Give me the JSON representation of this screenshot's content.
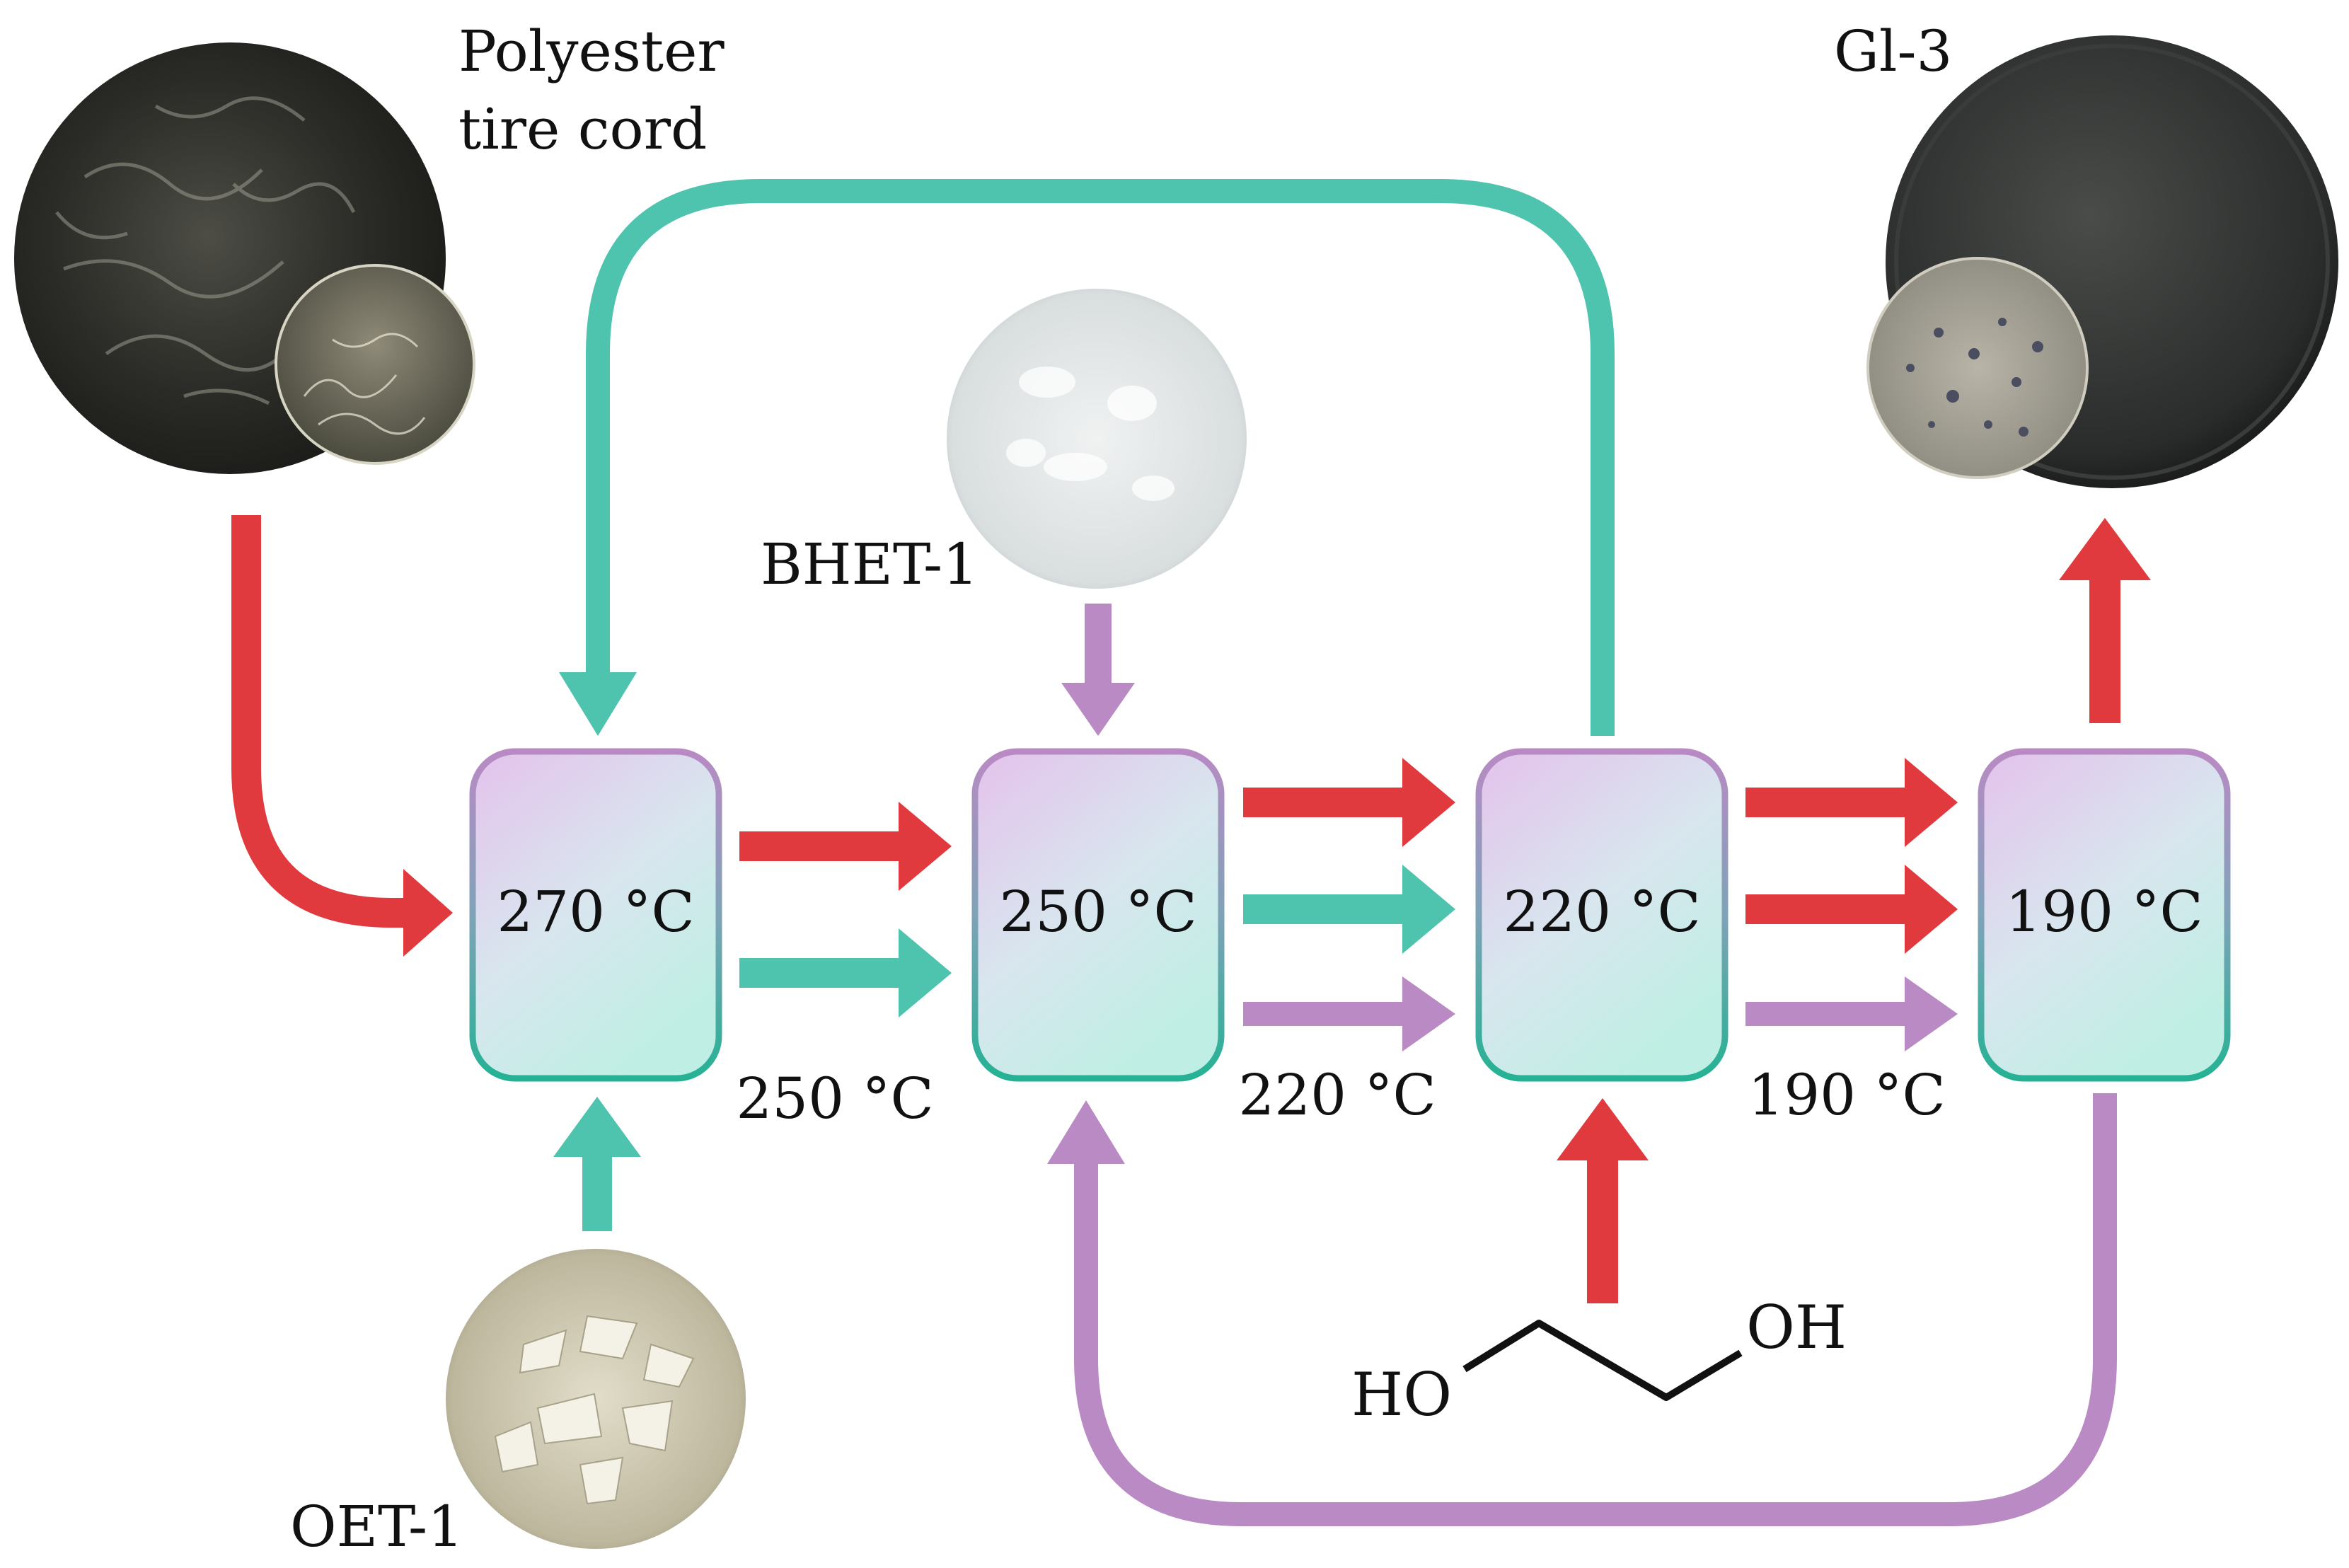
{
  "labels": {
    "polyester_line1": "Polyester",
    "polyester_line2": "tire cord",
    "gl3": "Gl-3",
    "bhet1": "BHET-1",
    "oet1": "OET-1"
  },
  "boxes": [
    {
      "temp": "270 °C"
    },
    {
      "temp": "250 °C"
    },
    {
      "temp": "220 °C"
    },
    {
      "temp": "190 °C"
    }
  ],
  "temps_below": {
    "t1": "250 °C",
    "t2": "220 °C",
    "t3": "190 °C"
  },
  "molecule": {
    "left_group": "HO",
    "right_group": "OH"
  },
  "colors": {
    "red": "#E03A3E",
    "teal": "#4EC3AE",
    "purple": "#B98AC4",
    "box_top": "#E2C4EA",
    "box_bottom": "#C6EEE6",
    "box_border_top": "#B98AC4",
    "box_border_bottom": "#2FB39A"
  },
  "photos": {
    "polyester": "dark-fibrous-photo",
    "gl3": "dark-disc-photo",
    "bhet1": "white-crystal-photo",
    "oet1": "white-flakes-photo"
  }
}
